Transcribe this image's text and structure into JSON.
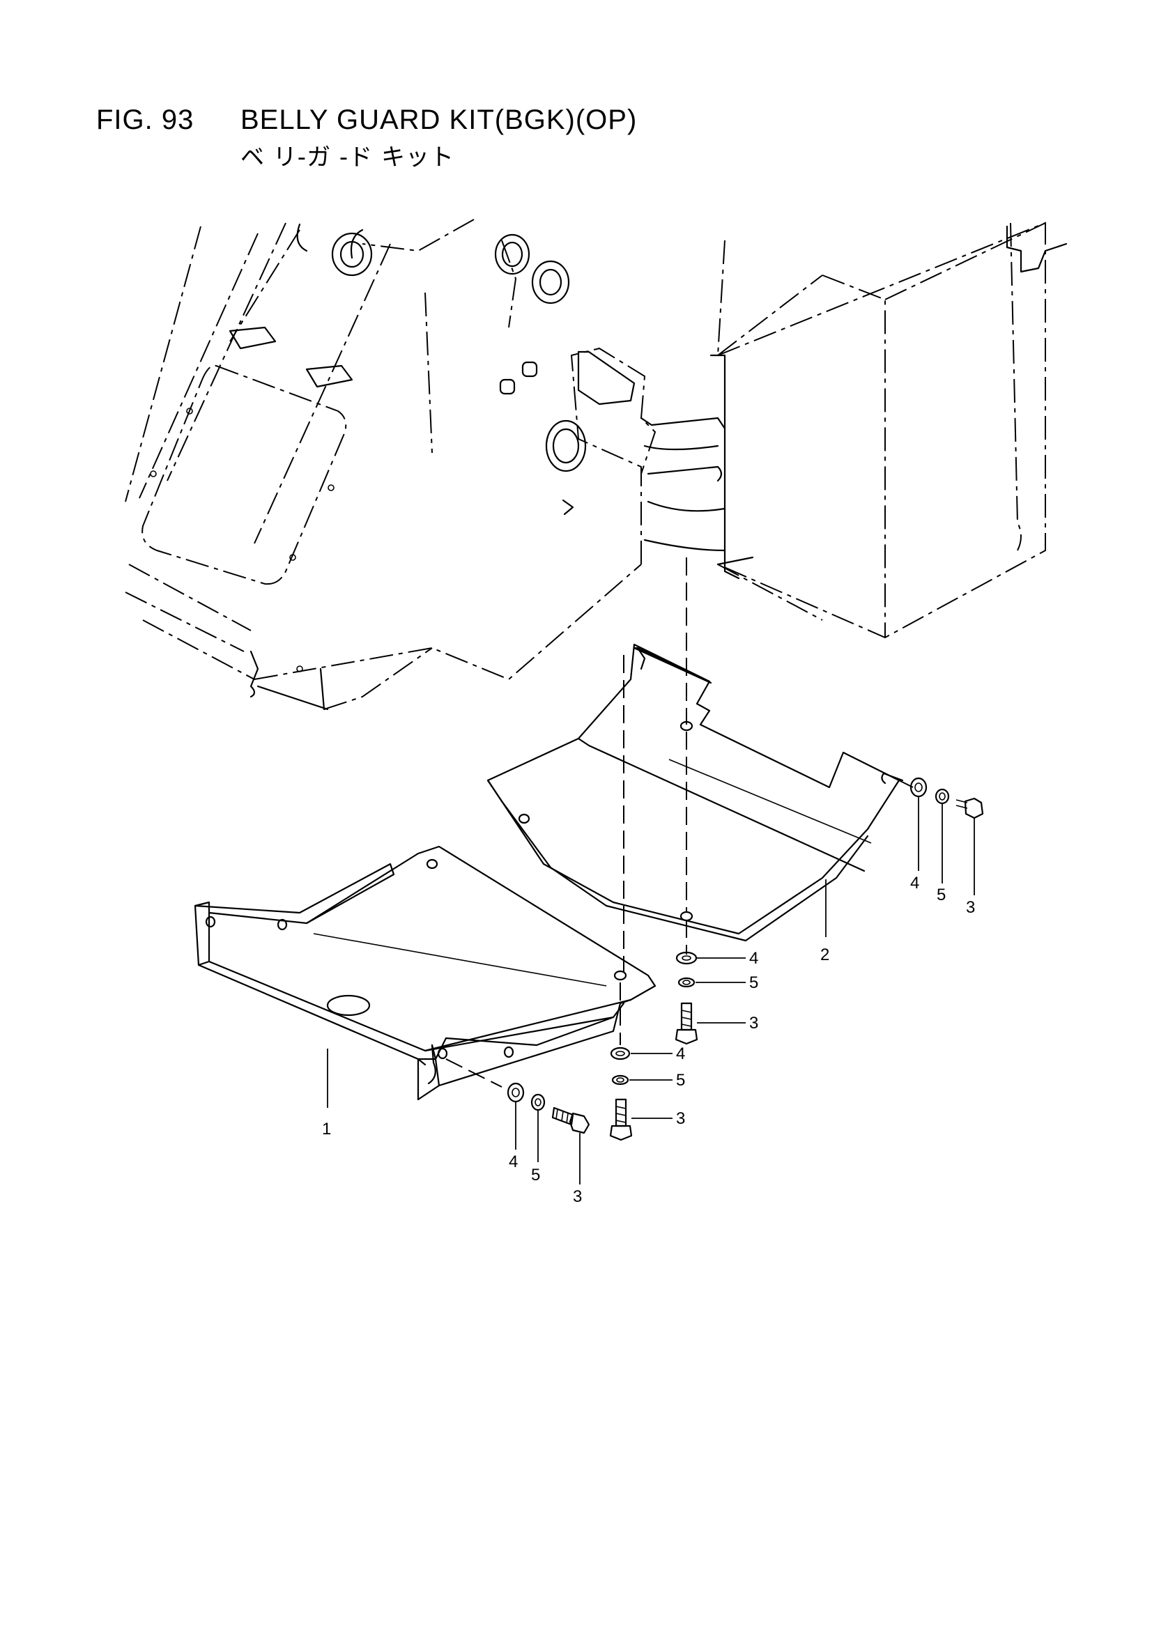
{
  "header": {
    "fig_no": "FIG. 93",
    "title": "BELLY GUARD KIT(BGK)(OP)",
    "subtitle": "ベ リ-ガ -ド キット"
  },
  "callouts": {
    "part1": "1",
    "part2": "2",
    "bolt_a": "3",
    "bolt_b": "3",
    "bolt_c": "3",
    "bolt_d": "3",
    "washer_a": "4",
    "washer_b": "4",
    "washer_c": "4",
    "washer_d": "4",
    "spring_a": "5",
    "spring_b": "5",
    "spring_c": "5",
    "spring_d": "5"
  }
}
